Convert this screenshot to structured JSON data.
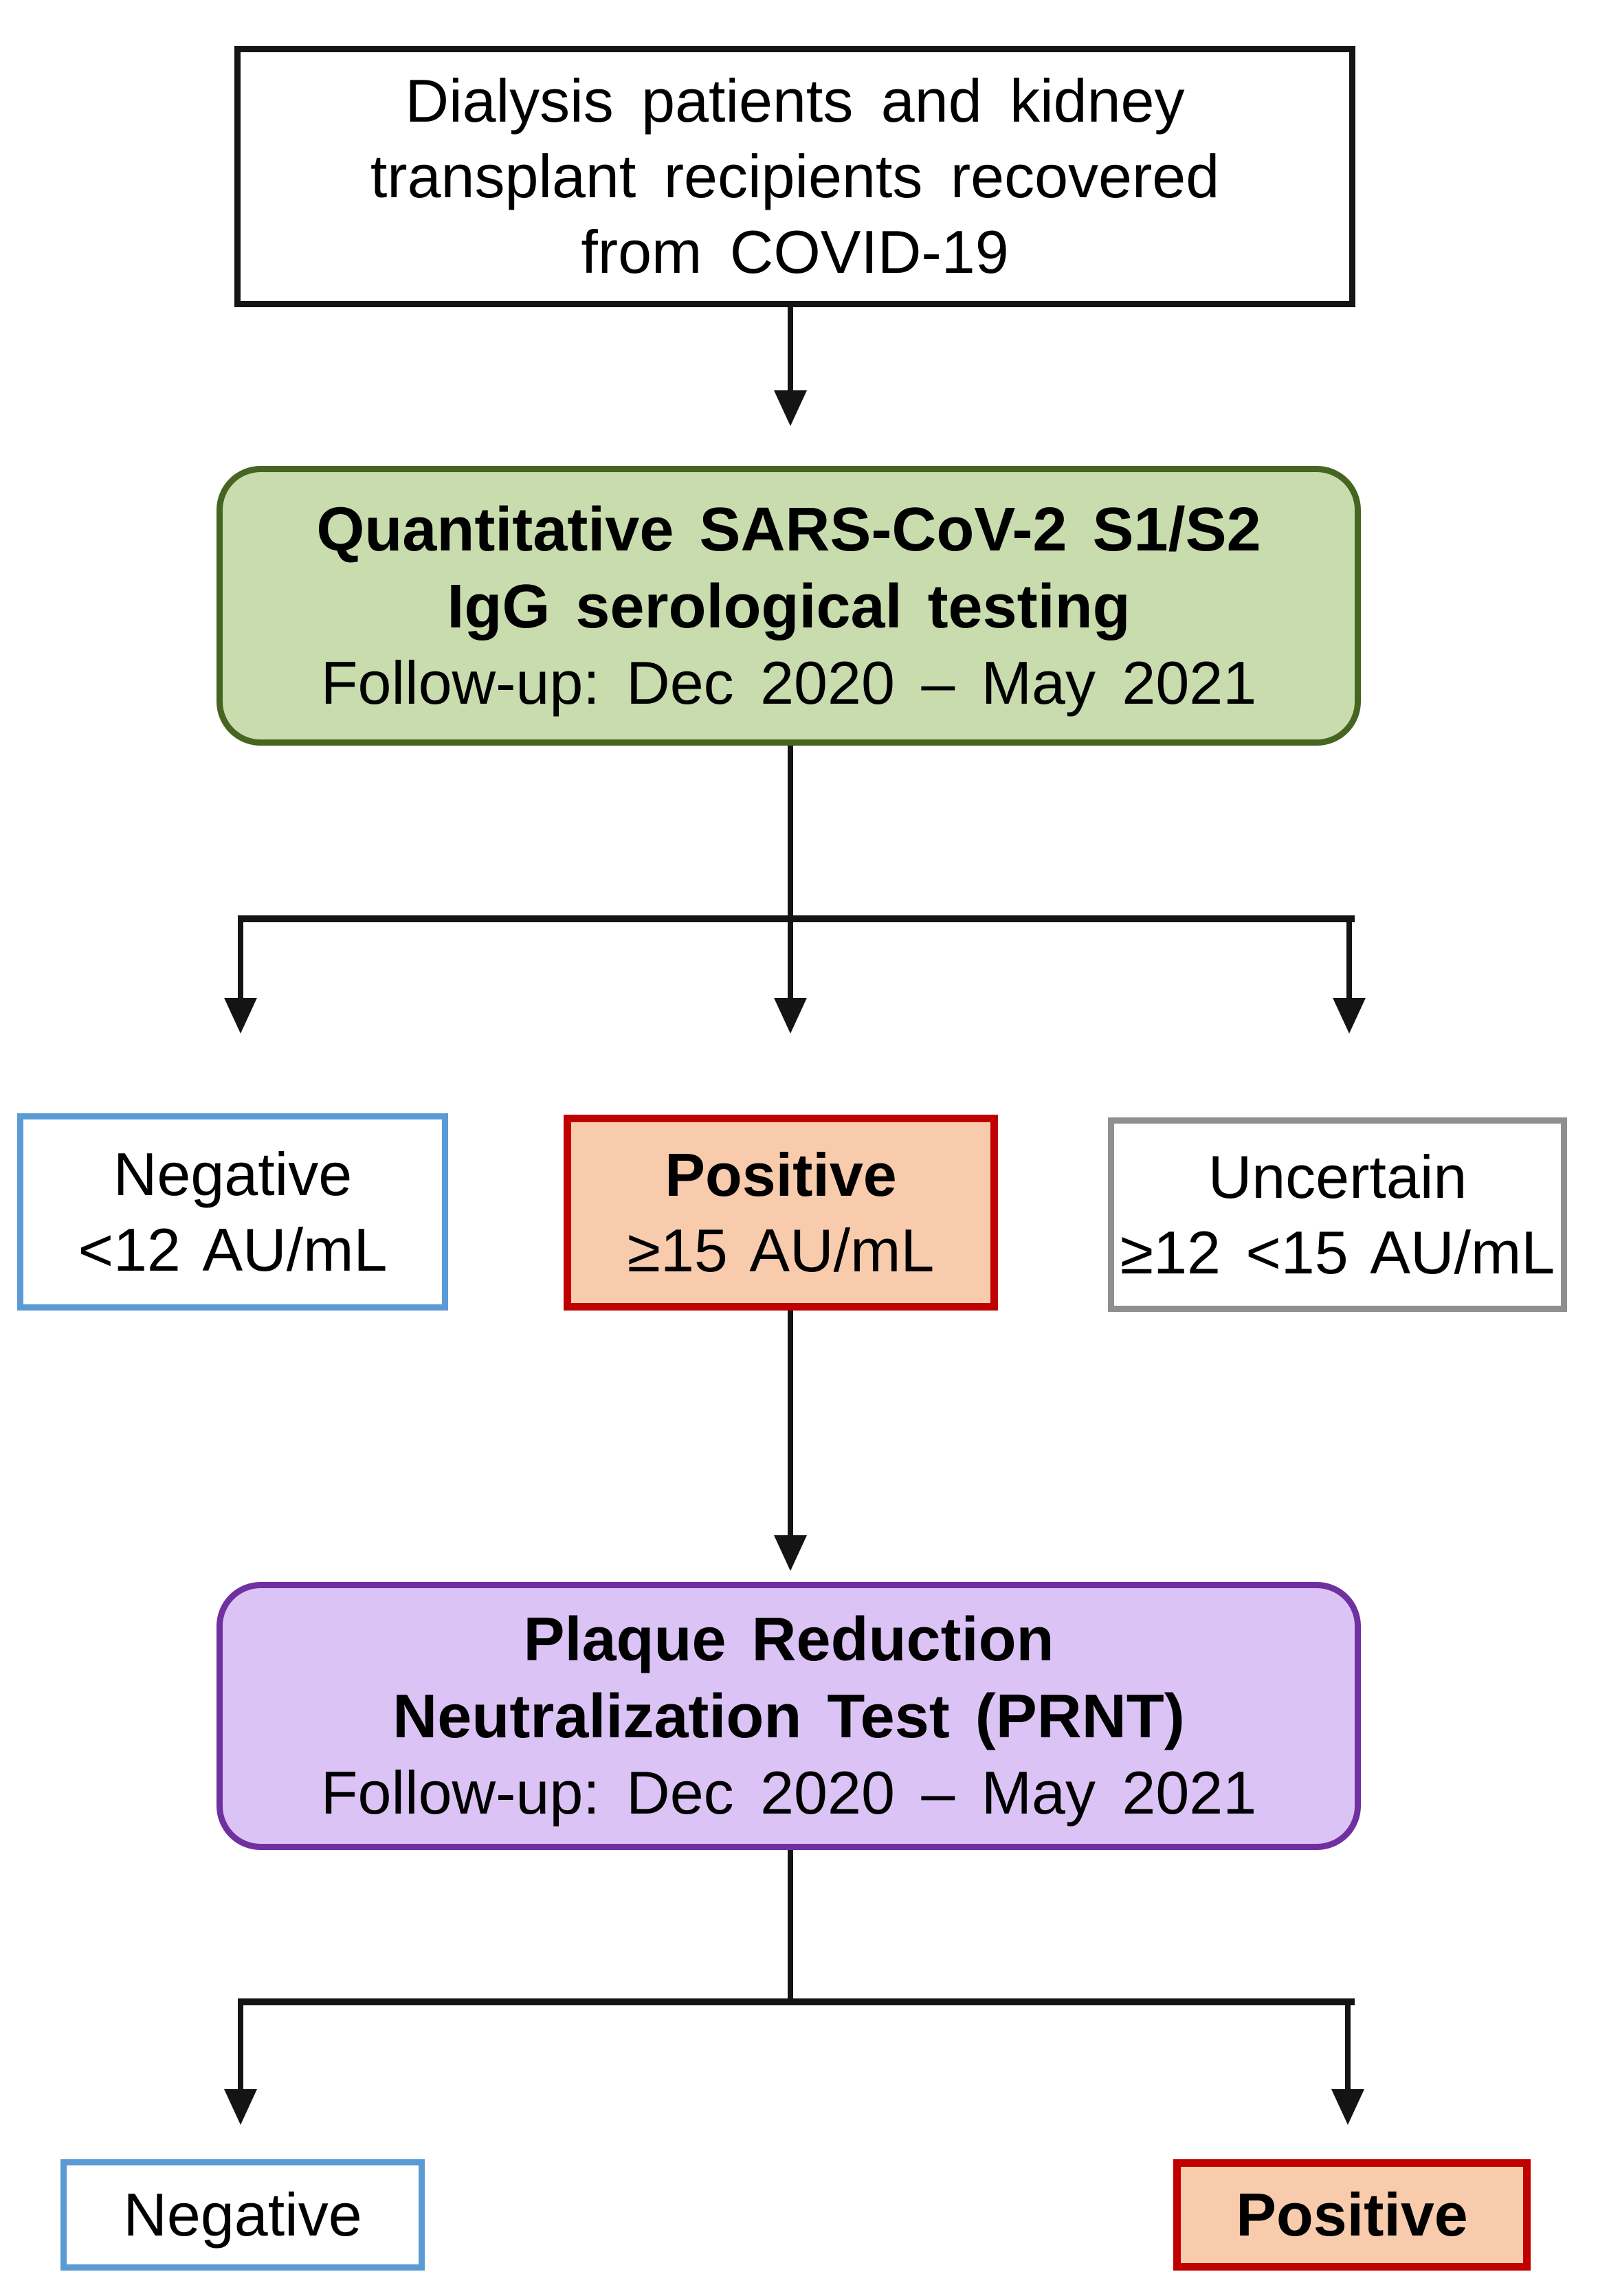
{
  "flowchart": {
    "population_box": {
      "line1": "Dialysis patients and kidney",
      "line2": "transplant recipients recovered",
      "line3": "from COVID-19"
    },
    "serology_box": {
      "title_line1": "Quantitative SARS-CoV-2 S1/S2",
      "title_line2": "IgG serological testing",
      "subtitle": "Follow-up: Dec 2020 – May 2021"
    },
    "serology_results": {
      "negative": {
        "label": "Negative",
        "criteria": "<12 AU/mL"
      },
      "positive": {
        "label": "Positive",
        "criteria": "≥15 AU/mL"
      },
      "uncertain": {
        "label": "Uncertain",
        "criteria": "≥12 <15 AU/mL"
      }
    },
    "prnt_box": {
      "title_line1": "Plaque Reduction",
      "title_line2": "Neutralization Test (PRNT)",
      "subtitle": "Follow-up: Dec 2020 – May 2021"
    },
    "prnt_results": {
      "negative": {
        "label": "Negative"
      },
      "positive": {
        "label": "Positive"
      }
    },
    "colors": {
      "serology_fill": "#c8dcae",
      "serology_border": "#456520",
      "prnt_fill": "#dcc3f5",
      "prnt_border": "#7030a0",
      "negative_border": "#5b9bd5",
      "positive_border": "#c00000",
      "positive_fill": "#f8cbad",
      "uncertain_border": "#8f8f8f",
      "connector": "#141414"
    }
  }
}
